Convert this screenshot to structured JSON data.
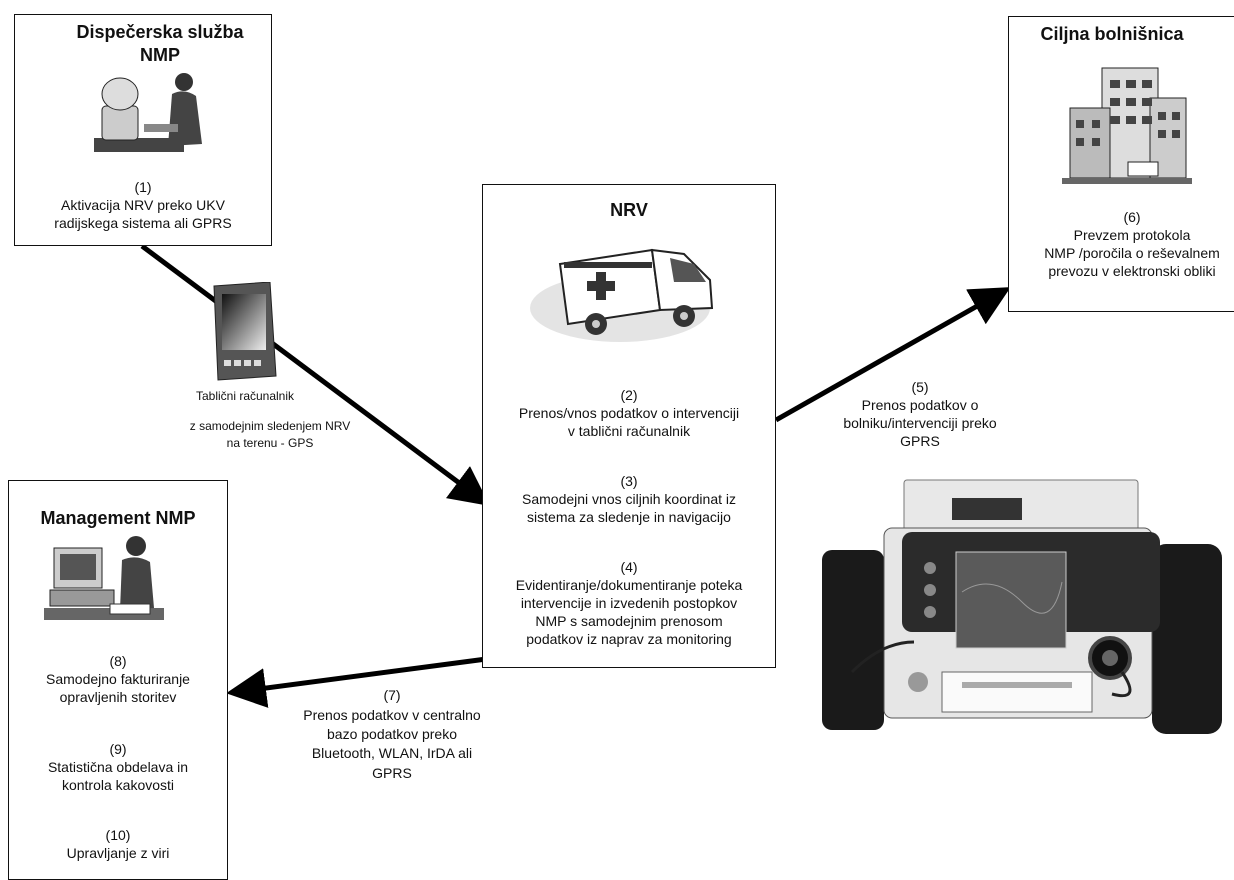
{
  "dispatch": {
    "title_line1": "Dispečerska služba",
    "title_line2": "NMP",
    "step_num": "(1)",
    "step_line1": "Aktivacija NRV preko UKV",
    "step_line2": "radijskega sistema ali GPRS"
  },
  "hospital": {
    "title": "Ciljna bolnišnica",
    "step_num": "(6)",
    "step_line1": "Prevzem protokola",
    "step_line2": "NMP /poročila o reševalnem",
    "step_line3": "prevozu v elektronski obliki"
  },
  "nrv": {
    "title": "NRV",
    "s2_num": "(2)",
    "s2_line1": "Prenos/vnos podatkov o intervenciji",
    "s2_line2": "v tablični računalnik",
    "s3_num": "(3)",
    "s3_line1": "Samodejni vnos ciljnih koordinat iz",
    "s3_line2": "sistema za sledenje in navigacijo",
    "s4_num": "(4)",
    "s4_line1": "Evidentiranje/dokumentiranje poteka",
    "s4_line2": "intervencije in izvedenih postopkov",
    "s4_line3": "NMP s samodejnim prenosom",
    "s4_line4": "podatkov iz naprav za monitoring"
  },
  "tablet": {
    "label": "Tablični računalnik",
    "desc_line1": "z samodejnim sledenjem NRV",
    "desc_line2": "na terenu - GPS"
  },
  "transfer5": {
    "num": "(5)",
    "line1": "Prenos podatkov o",
    "line2": "bolniku/intervenciji preko",
    "line3": "GPRS"
  },
  "transfer7": {
    "num": "(7)",
    "line1": "Prenos podatkov v centralno",
    "line2": "bazo podatkov preko",
    "line3": "Bluetooth, WLAN, IrDA ali",
    "line4": "GPRS"
  },
  "management": {
    "title": "Management NMP",
    "s8_num": "(8)",
    "s8_line1": "Samodejno fakturiranje",
    "s8_line2": "opravljenih storitev",
    "s9_num": "(9)",
    "s9_line1": "Statistična obdelava in",
    "s9_line2": "kontrola kakovosti",
    "s10_num": "(10)",
    "s10_line1": "Upravljanje z viri"
  },
  "icons": [
    "dispatcher-icon",
    "hospital-icon",
    "ambulance-icon",
    "tablet-icon",
    "computer-user-icon",
    "defibrillator-monitor-icon"
  ]
}
